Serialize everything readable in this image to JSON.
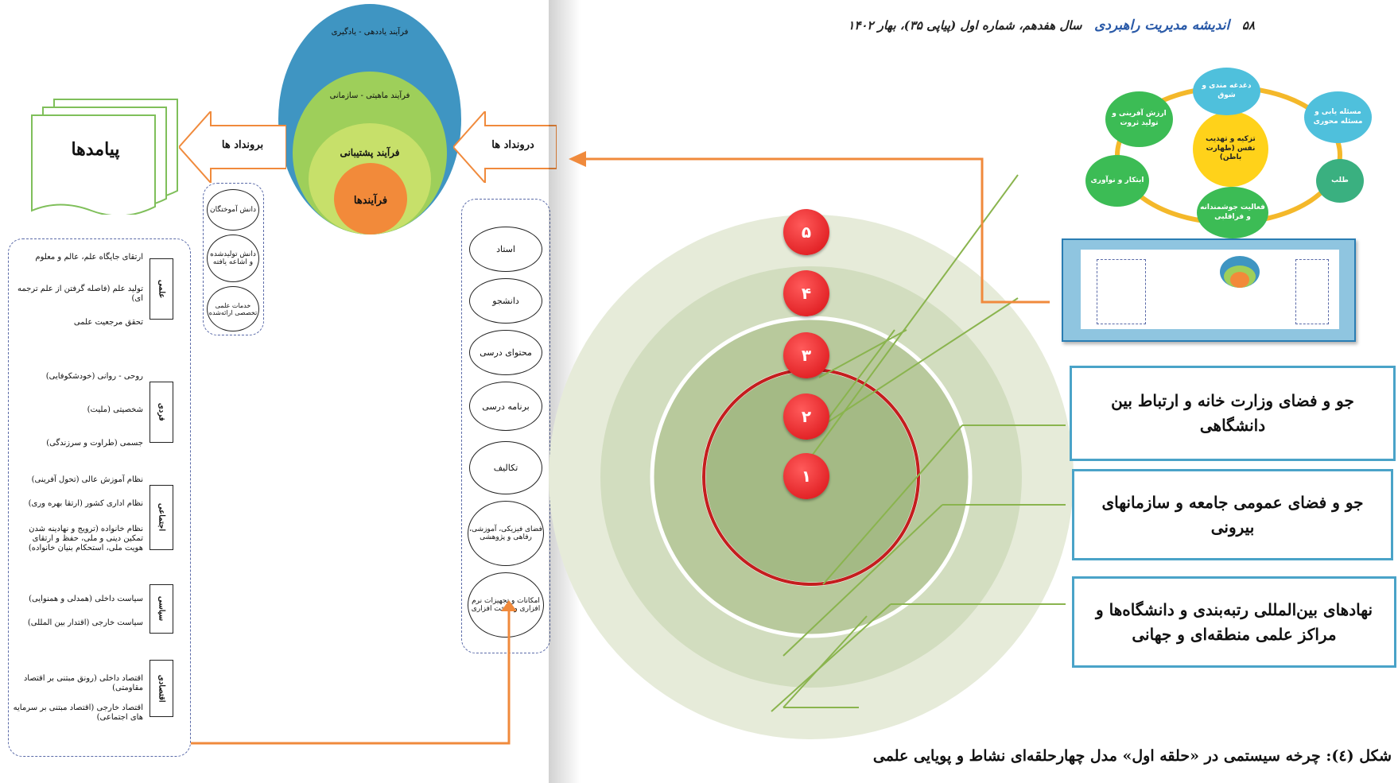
{
  "header": {
    "page_number": "۵۸",
    "journal_name": "اندیشه مدیریت راهبردی",
    "issue_text": "سال هفدهم، شماره اول (پیاپی ۳۵)، بهار ۱۴۰۲"
  },
  "left_figure": {
    "nested_ovals": [
      "فرآیند یاددهی - یادگیری",
      "فرآیند ماهیتی - سازمانی",
      "فرآیند پشتیبانی",
      "فرآیندها"
    ],
    "inputs_label": "درونداد ها",
    "outputs_label": "برونداد ها",
    "outcomes_label": "پیامدها",
    "input_items": [
      "استاد",
      "دانشجو",
      "محتوای درسی",
      "برنامه درسی",
      "تکالیف",
      "فضای فیزیکی، آموزشی، رفاهی و پژوهشی",
      "امکانات و تجهیزات نرم افزاری و سخت افزاری"
    ],
    "output_items": [
      "دانش آموختگان",
      "دانش تولیدشده و اشاعه یافته",
      "خدمات علمی تخصصی ارائه‌شده"
    ],
    "outcome_groups": [
      {
        "name": "علمی",
        "lines": [
          "ارتقای جایگاه علم، عالم و معلوم",
          "تولید علم (فاصله گرفتن از علم ترجمه ای)",
          "تحقق مرجعیت علمی"
        ]
      },
      {
        "name": "فردی",
        "lines": [
          "روحی - روانی (خودشکوفایی)",
          "شخصیتی (ملیت)",
          "جسمی (طراوت و سرزندگی)"
        ]
      },
      {
        "name": "اجتماعی",
        "lines": [
          "نظام آموزش عالی (تحول آفرینی)",
          "نظام اداری کشور (ارتقا بهره وری)",
          "نظام خانواده (ترویج و نهادینه شدن تمکین دینی و ملی، حفظ و ارتقای هویت ملی، استحکام بنیان خانواده)"
        ]
      },
      {
        "name": "سیاسی",
        "lines": [
          "سیاست داخلی (همدلی و همنوایی)",
          "سیاست خارجی (اقتدار بین المللی)"
        ]
      },
      {
        "name": "اقتصادی",
        "lines": [
          "اقتصاد داخلی (رونق مبتنی بر اقتصاد مقاومتی)",
          "اقتصاد خارجی (اقتصاد مبتنی بر سرمایه های اجتماعی)"
        ]
      }
    ]
  },
  "cycle": {
    "center": "تزکیه و تهذیب نفس (طهارت باطن)",
    "nodes": [
      "دغدغه مندی و شوق",
      "مسئله یابی و مسئله محوری",
      "طلب",
      "فعالیت جوشمندانه و فراقلبی",
      "ابتکار و نوآوری",
      "ارزش آفرینی و تولید ثروت"
    ]
  },
  "rings": {
    "numbers": [
      "۵",
      "۴",
      "۳",
      "۲",
      "۱"
    ]
  },
  "boxes": [
    "جو و فضای وزارت خانه و ارتباط بین دانشگاهی",
    "جو و فضای عمومی جامعه و سازمانهای بیرونی",
    "نهادهای بین‌المللی رتبه‌بندی و دانشگاه‌ها و مراکز علمی منطقه‌ای و جهانی"
  ],
  "caption": "شکل (٤): چرخه سیستمی در «حلقه اول» مدل چهارحلقه‌ای نشاط و پویایی علمی",
  "colors": {
    "ring_outer": "#e4ead8",
    "ring_green": "#9cb57a",
    "accent_orange": "#f08a3c",
    "box_border": "#4aa3c8",
    "badge_red": "#d80f14"
  }
}
